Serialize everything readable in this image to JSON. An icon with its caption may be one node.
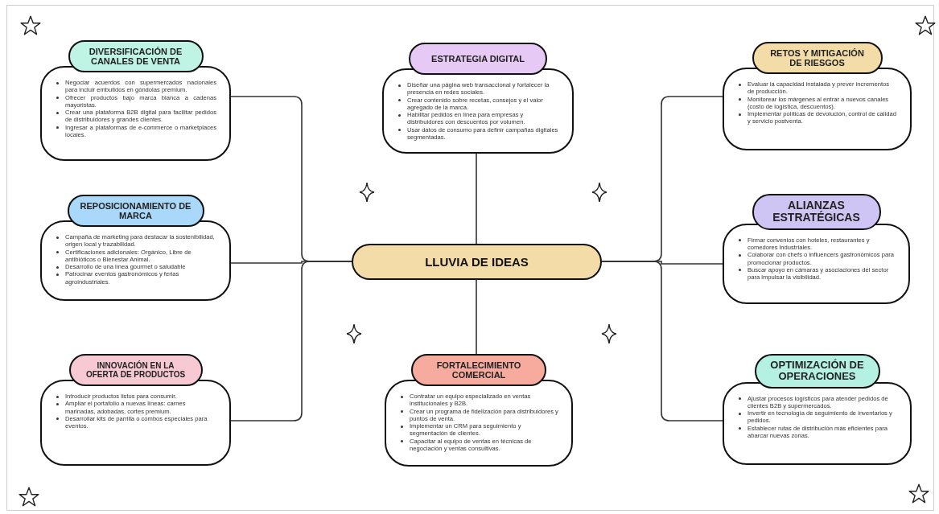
{
  "diagram": {
    "nodes": [
      {
        "text": [
          "LLUVIA DE IDEAS"
        ]
      },
      {
        "text": [
          "DIVERSIFICACIÓN DE CANALES DE VENTA",
          "Negociar acuerdos con supermercados nacionales para incluir embutidos en góndolas premium.",
          "Ofrecer productos bajo marca blanca a cadenas mayoristas.",
          "Crear una plataforma B2B digital para facilitar pedidos de distribuidores y grandes clientes.",
          "Ingresar a plataformas de e-commerce o marketplaces locales."
        ]
      },
      {
        "text": [
          "ESTRATEGIA DIGITAL",
          "Diseñar una página web transaccional y fortalecer la presencia en redes sociales.",
          "Crear contenido sobre recetas, consejos y el valor agregado de la marca.",
          "Habilitar pedidos en línea para empresas y distribuidores con descuentos por volumen.",
          "Usar datos de consumo para definir campañas digitales segmentadas."
        ]
      },
      {
        "text": [
          "RETOS Y MITIGACIÓN DE RIESGOS",
          "Evaluar la capacidad instalada y prever incrementos de producción.",
          "Monitorear los márgenes al entrar a nuevos canales (costo de logística, descuentos).",
          "Implementar políticas de devolución, control de calidad y servicio postventa."
        ]
      },
      {
        "text": [
          "REPOSICIONAMIENTO DE MARCA",
          "Campaña de marketing para destacar la sostenibilidad, origen local y trazabilidad.",
          "Certificaciones adicionales: Orgánico, Libre de antibióticos o Bienestar Animal.",
          "Desarrollo de una línea gourmet o saludable",
          "Patrocinar eventos gastronómicos y ferias agroindustriales."
        ]
      },
      {
        "text": [
          "ALIANZAS ESTRATÉGICAS",
          "Firmar convenios con hoteles, restaurantes y comedores industriales.",
          "Colaborar con chefs o influencers gastronómicos para promocionar productos.",
          "Buscar apoyo en cámaras y asociaciones del sector para impulsar la visibilidad."
        ]
      },
      {
        "text": [
          "INNOVACIÓN EN LA OFERTA DE PRODUCTOS",
          "Introducir productos listos para consumir.",
          "Ampliar el portafolio a nuevas líneas: carnes marinadas, adobadas, cortes premium.",
          "Desarrollar kits de parrilla o combos especiales para eventos."
        ]
      },
      {
        "text": [
          "FORTALECIMIENTO COMERCIAL",
          "Contratar un equipo especializado en ventas institucionales y B2B.",
          "Crear un programa de fidelización para distribuidores y puntos de venta.",
          "Implementar un CRM para seguimiento y segmentación de clientes.",
          "Capacitar al equipo de ventas en técnicas de negociación y ventas consultivas."
        ]
      },
      {
        "text": [
          "OPTIMIZACIÓN DE OPERACIONES",
          "Ajustar procesos logísticos para atender pedidos de clientes B2B y supermercados.",
          "Invertir en tecnología de seguimiento de inventarios y pedidos.",
          "Establecer rutas de distribución más eficientes para abarcar nuevas zonas."
        ]
      }
    ],
    "edges": [
      {
        "from": 0,
        "to": 1,
        "arrow": "none"
      },
      {
        "from": 0,
        "to": 2,
        "arrow": "none"
      },
      {
        "from": 0,
        "to": 3,
        "arrow": "none"
      },
      {
        "from": 0,
        "to": 4,
        "arrow": "none"
      },
      {
        "from": 0,
        "to": 5,
        "arrow": "none"
      },
      {
        "from": 0,
        "to": 6,
        "arrow": "none"
      },
      {
        "from": 0,
        "to": 7,
        "arrow": "none"
      },
      {
        "from": 0,
        "to": 8,
        "arrow": "none"
      }
    ]
  }
}
